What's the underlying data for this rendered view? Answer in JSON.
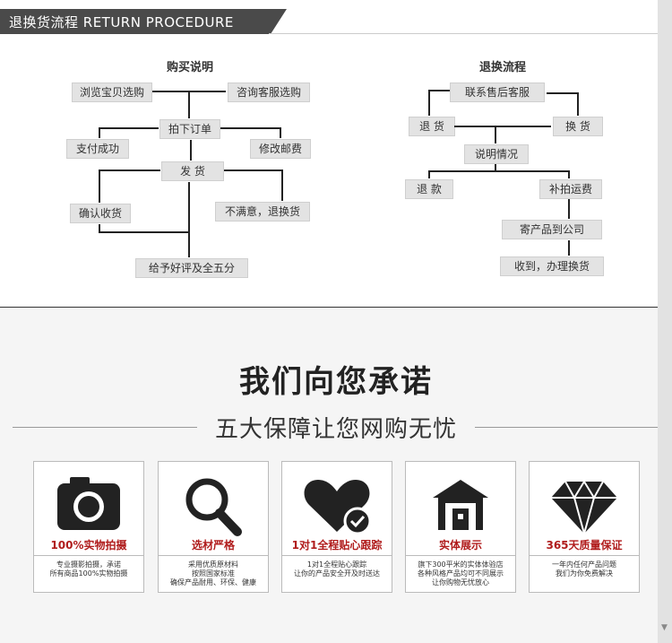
{
  "header": {
    "title": "退换货流程  RETURN PROCEDURE"
  },
  "purchase": {
    "title": "购买说明",
    "browse": "浏览宝贝选购",
    "consult": "咨询客服选购",
    "order": "拍下订单",
    "pay": "支付成功",
    "edit_postage": "修改邮费",
    "ship": "发 货",
    "confirm": "确认收货",
    "unsatisfied": "不满意，退换货",
    "review": "给予好评及全五分"
  },
  "returns": {
    "title": "退换流程",
    "contact": "联系售后客服",
    "return": "退 货",
    "exchange": "换 货",
    "explain": "说明情况",
    "refund": "退 款",
    "shipping_fee": "补拍运费",
    "send_back": "寄产品到公司",
    "received": "收到，办理换货"
  },
  "promise": {
    "title": "我们向您承诺",
    "subtitle": "五大保障让您网购无忧"
  },
  "cards": [
    {
      "icon": "camera-icon",
      "title": "100%实物拍摄",
      "desc1": "专业摄影拍摄，承诺",
      "desc2": "所有商品100%实物拍摄",
      "desc3": ""
    },
    {
      "icon": "magnifier-icon",
      "title": "选材严格",
      "desc1": "采用优质原材料",
      "desc2": "按照国家标准",
      "desc3": "确保产品耐用、环保、健康"
    },
    {
      "icon": "heart-check-icon",
      "title": "1对1全程贴心跟踪",
      "desc1": "1对1全程贴心跟踪",
      "desc2": "让你的产品安全开及时送达",
      "desc3": ""
    },
    {
      "icon": "store-icon",
      "title": "实体展示",
      "desc1": "旗下300平米的实体体验店",
      "desc2": "各种风格产品均可不同展示",
      "desc3": "让你购物无忧放心"
    },
    {
      "icon": "diamond-icon",
      "title": "365天质量保证",
      "desc1": "一年内任何产品问题",
      "desc2": "我们为你免费解决",
      "desc3": ""
    }
  ],
  "colors": {
    "banner": "#4a4a4a",
    "box": "#e3e3e3",
    "accent_red": "#b01c1c"
  }
}
